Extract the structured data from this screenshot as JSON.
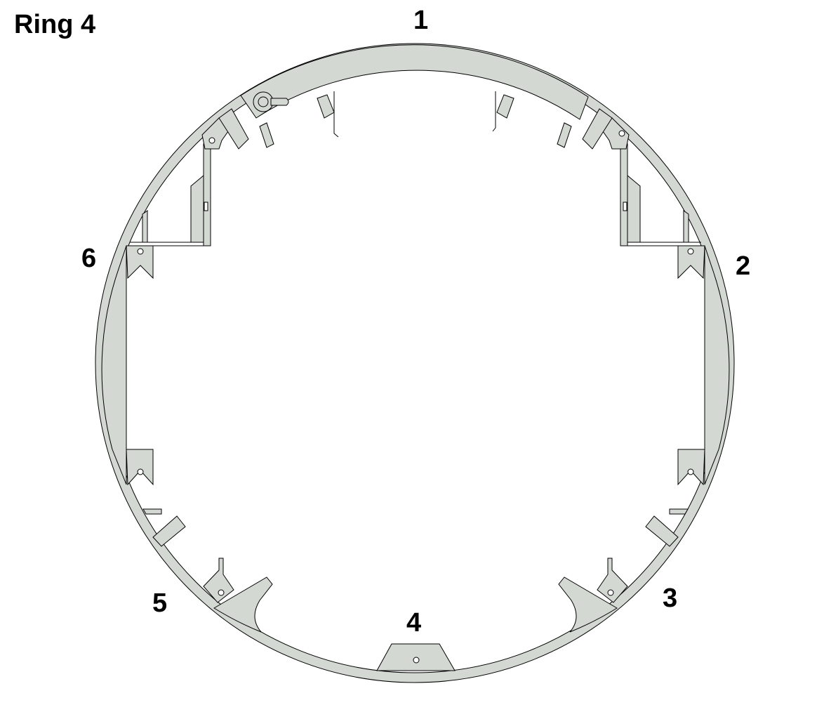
{
  "title": "Ring 4",
  "segment_labels": [
    "1",
    "2",
    "3",
    "4",
    "5",
    "6"
  ],
  "colors": {
    "part_fill": "#d3d8d3",
    "outline": "#000000",
    "background": "#ffffff"
  }
}
